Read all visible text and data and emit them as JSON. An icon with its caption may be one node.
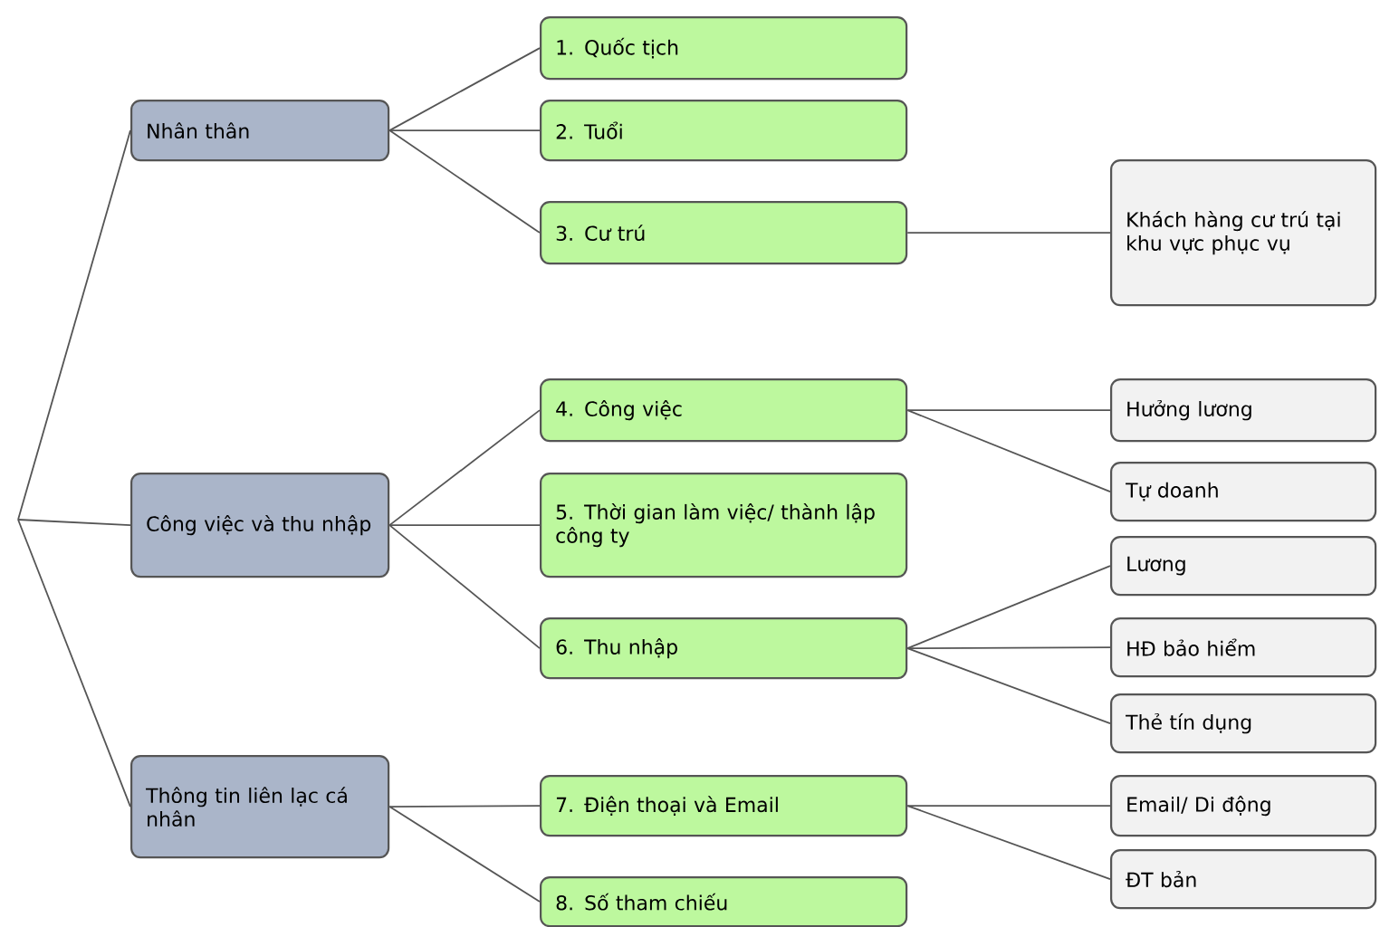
{
  "diagram": {
    "nodes": [
      {
        "text": [
          "Nhân thân"
        ]
      },
      {
        "text": [
          "1. Quốc tịch"
        ]
      },
      {
        "text": [
          "2. Tuổi"
        ]
      },
      {
        "text": [
          "3. Cư trú"
        ]
      },
      {
        "text": [
          "Khách hàng cư trú tại khu vực phục vụ"
        ]
      },
      {
        "text": [
          "Công việc và thu nhập"
        ]
      },
      {
        "text": [
          "4. Công việc"
        ]
      },
      {
        "text": [
          "Hưởng lương"
        ]
      },
      {
        "text": [
          "Tự doanh"
        ]
      },
      {
        "text": [
          "5. Thời gian làm việc/ thành lập công ty"
        ]
      },
      {
        "text": [
          "6. Thu nhập"
        ]
      },
      {
        "text": [
          "Lương"
        ]
      },
      {
        "text": [
          "HĐ bảo hiểm"
        ]
      },
      {
        "text": [
          "Thẻ tín dụng"
        ]
      },
      {
        "text": [
          "Thông tin liên lạc cá nhân"
        ]
      },
      {
        "text": [
          "7. Điện thoại và Email"
        ]
      },
      {
        "text": [
          "Email/ Di động"
        ]
      },
      {
        "text": [
          "ĐT bản"
        ]
      },
      {
        "text": [
          "8. Số tham chiếu"
        ]
      }
    ],
    "edges": [
      {
        "from": null,
        "to": 0,
        "arrow": "none"
      },
      {
        "from": null,
        "to": 5,
        "arrow": "none"
      },
      {
        "from": null,
        "to": 14,
        "arrow": "none"
      },
      {
        "from": 0,
        "to": 1,
        "arrow": "none"
      },
      {
        "from": 0,
        "to": 2,
        "arrow": "none"
      },
      {
        "from": 0,
        "to": 3,
        "arrow": "none"
      },
      {
        "from": 3,
        "to": 4,
        "arrow": "none"
      },
      {
        "from": 5,
        "to": 6,
        "arrow": "none"
      },
      {
        "from": 5,
        "to": 9,
        "arrow": "none"
      },
      {
        "from": 5,
        "to": 10,
        "arrow": "none"
      },
      {
        "from": 6,
        "to": 7,
        "arrow": "none"
      },
      {
        "from": 6,
        "to": 8,
        "arrow": "none"
      },
      {
        "from": 10,
        "to": 11,
        "arrow": "none"
      },
      {
        "from": 10,
        "to": 12,
        "arrow": "none"
      },
      {
        "from": 10,
        "to": 13,
        "arrow": "none"
      },
      {
        "from": 14,
        "to": 15,
        "arrow": "none"
      },
      {
        "from": 14,
        "to": 18,
        "arrow": "none"
      },
      {
        "from": 15,
        "to": 16,
        "arrow": "none"
      },
      {
        "from": 15,
        "to": 17,
        "arrow": "none"
      }
    ]
  }
}
